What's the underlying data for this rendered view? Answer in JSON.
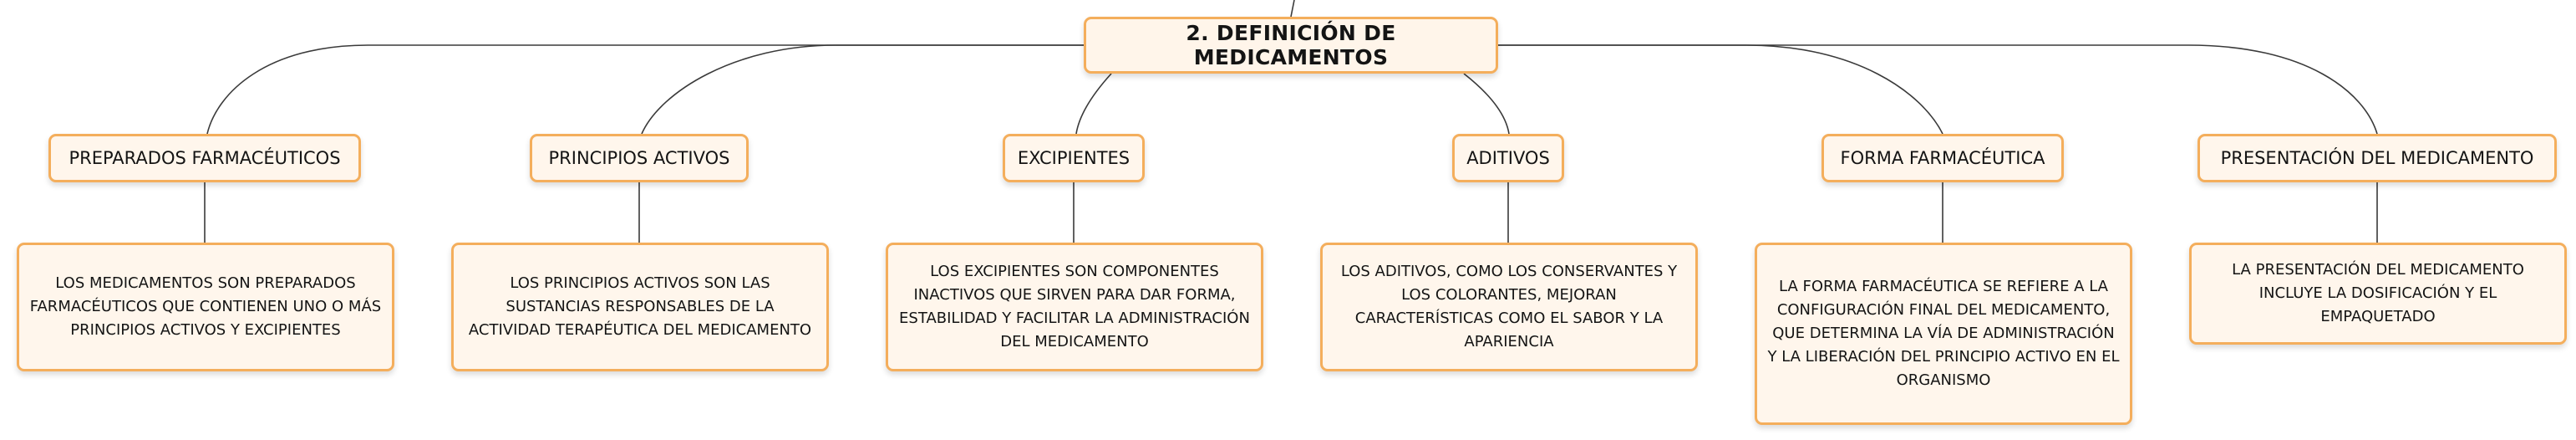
{
  "root": {
    "label": "2. DEFINICIÓN DE MEDICAMENTOS"
  },
  "branches": [
    {
      "label": "PREPARADOS FARMACÉUTICOS",
      "description": "LOS MEDICAMENTOS SON PREPARADOS FARMACÉUTICOS QUE CONTIENEN UNO O MÁS PRINCIPIOS ACTIVOS Y EXCIPIENTES"
    },
    {
      "label": "PRINCIPIOS ACTIVOS",
      "description": "LOS PRINCIPIOS ACTIVOS SON LAS SUSTANCIAS RESPONSABLES DE LA ACTIVIDAD TERAPÉUTICA DEL MEDICAMENTO"
    },
    {
      "label": "EXCIPIENTES",
      "description": "LOS EXCIPIENTES SON COMPONENTES INACTIVOS QUE SIRVEN PARA DAR FORMA, ESTABILIDAD Y FACILITAR LA ADMINISTRACIÓN DEL MEDICAMENTO"
    },
    {
      "label": "ADITIVOS",
      "description": "LOS ADITIVOS, COMO LOS CONSERVANTES Y LOS COLORANTES, MEJORAN CARACTERÍSTICAS COMO EL SABOR Y LA APARIENCIA"
    },
    {
      "label": "FORMA FARMACÉUTICA",
      "description": "LA FORMA FARMACÉUTICA SE REFIERE A LA CONFIGURACIÓN FINAL DEL MEDICAMENTO, QUE DETERMINA LA VÍA DE ADMINISTRACIÓN Y LA LIBERACIÓN DEL PRINCIPIO ACTIVO EN EL ORGANISMO"
    },
    {
      "label": "PRESENTACIÓN DEL MEDICAMENTO",
      "description": "LA PRESENTACIÓN DEL MEDICAMENTO INCLUYE LA DOSIFICACIÓN Y EL EMPAQUETADO"
    }
  ],
  "colors": {
    "border": "#f4ae5c",
    "fill": "#fff6ec",
    "line": "#3a3a3a"
  }
}
